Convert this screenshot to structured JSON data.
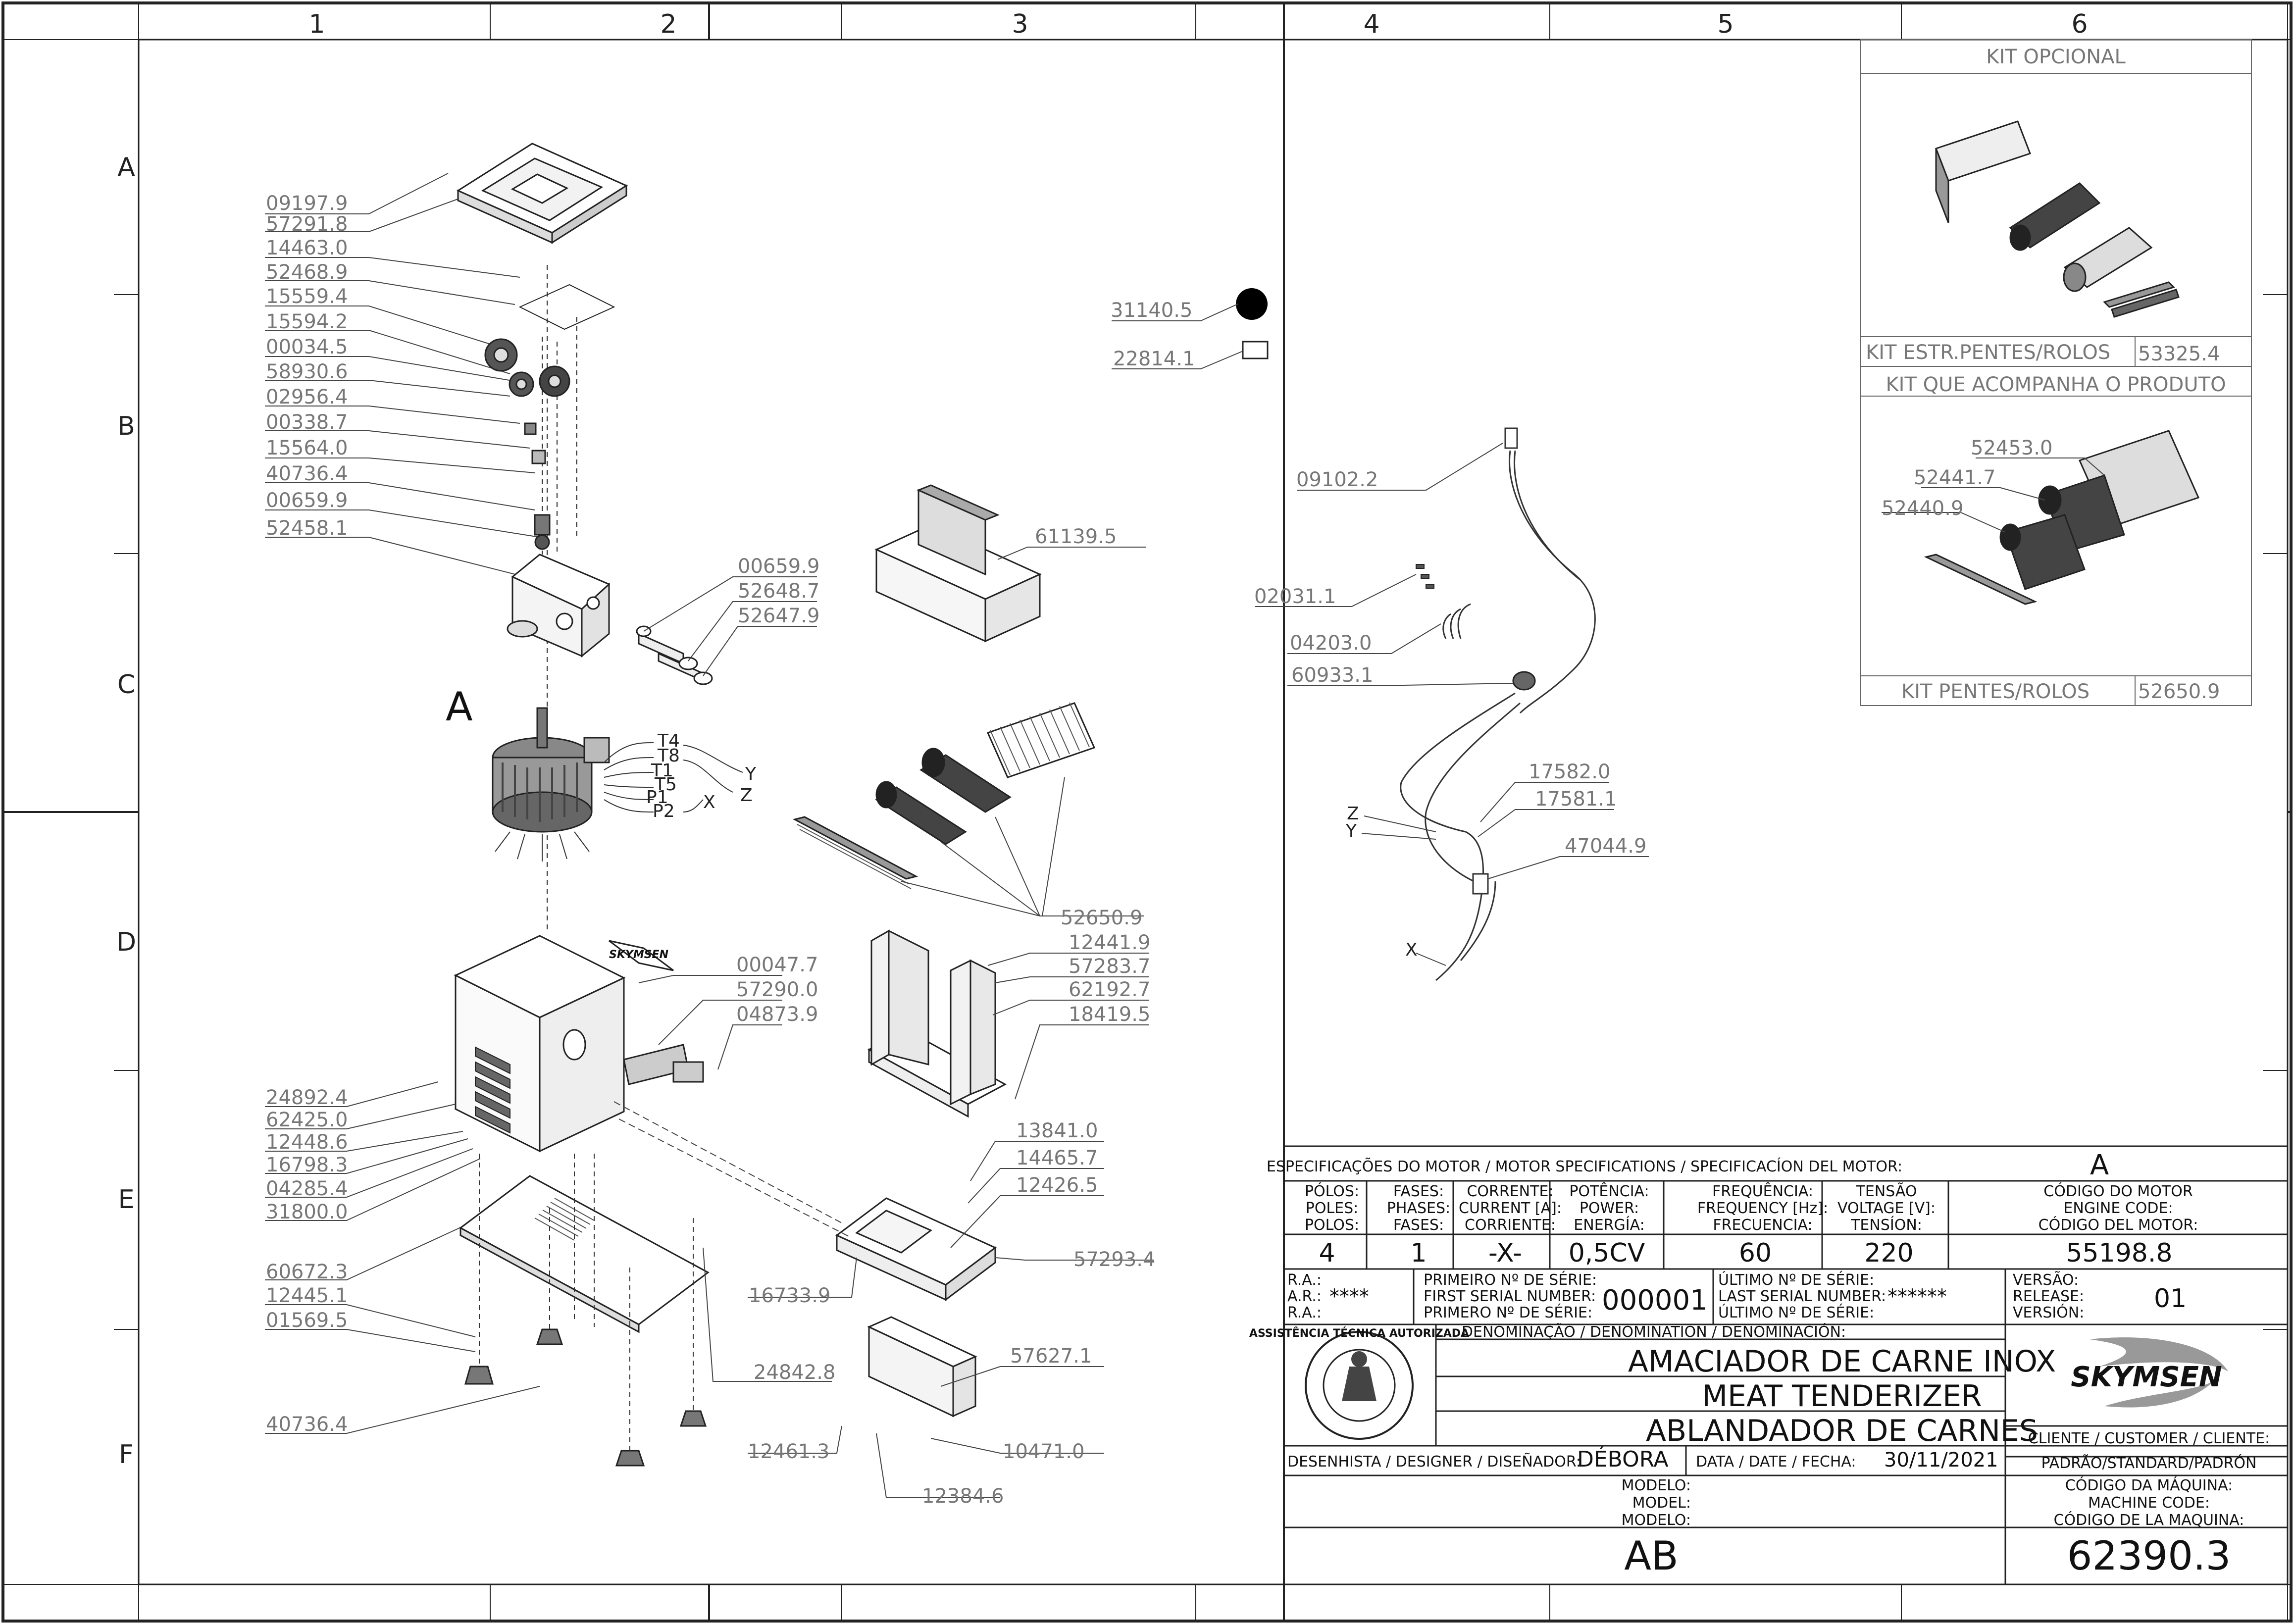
{
  "grid": {
    "columns": [
      "1",
      "2",
      "3",
      "4",
      "5",
      "6"
    ],
    "rows": [
      "A",
      "B",
      "C",
      "D",
      "E",
      "F"
    ]
  },
  "callouts": {
    "left": [
      "09197.9",
      "57291.8",
      "14463.0",
      "52468.9",
      "15559.4",
      "15594.2",
      "00034.5",
      "58930.6",
      "02956.4",
      "00338.7",
      "15564.0",
      "40736.4",
      "00659.9",
      "52458.1"
    ],
    "lower_left": [
      "24892.4",
      "62425.0",
      "12448.6",
      "16798.3",
      "04285.4",
      "31800.0",
      "60672.3",
      "12445.1",
      "01569.5",
      "40736.4"
    ],
    "motor_mount": [
      "00659.9",
      "52648.7",
      "52647.9"
    ],
    "label_parts": [
      "31140.5",
      "22814.1"
    ],
    "box": "61139.5",
    "rollers": "52650.9",
    "frame": [
      "12441.9",
      "57283.7",
      "62192.7",
      "18419.5"
    ],
    "housing": [
      "00047.7",
      "57290.0",
      "04873.9"
    ],
    "tray": [
      "13841.0",
      "14465.7",
      "12426.5",
      "57293.4",
      "16733.9"
    ],
    "bottom": [
      "24842.8",
      "57627.1",
      "12461.3",
      "10471.0",
      "12384.6"
    ],
    "wiring": [
      "09102.2",
      "02031.1",
      "04203.0",
      "60933.1",
      "17582.0",
      "17581.1",
      "47044.9"
    ]
  },
  "motor": {
    "letter": "A",
    "terminals": [
      "T4",
      "T8",
      "T1",
      "T5",
      "P1",
      "P2"
    ],
    "phases": [
      "Y",
      "Z",
      "X"
    ]
  },
  "wiring_labels": [
    "Z",
    "Y",
    "X"
  ],
  "kit_panel": {
    "title": "KIT OPCIONAL",
    "kit1_label": "KIT ESTR.PENTES/ROLOS",
    "kit1_code": "53325.4",
    "kit2_title": "KIT QUE ACOMPANHA O PRODUTO",
    "kit2_parts": [
      "52453.0",
      "52441.7",
      "52440.9"
    ],
    "kit2_label": "KIT PENTES/ROLOS",
    "kit2_code": "52650.9"
  },
  "title_block": {
    "spec_header": "ESPECIFICAÇÕES DO MOTOR / MOTOR SPECIFICATIONS / SPECIFICACÍON DEL MOTOR:",
    "spec_letter": "A",
    "col_poles": [
      "PÓLOS:",
      "POLES:",
      "POLOS:"
    ],
    "col_phases": [
      "FASES:",
      "PHASES:",
      "FASES:"
    ],
    "col_current": [
      "CORRENTE:",
      "CURRENT [A]:",
      "CORRIENTE:"
    ],
    "col_power": [
      "POTÊNCIA:",
      "POWER:",
      "ENERGÍA:"
    ],
    "col_freq": [
      "FREQUÊNCIA:",
      "FREQUENCY [Hz]:",
      "FRECUENCIA:"
    ],
    "col_voltage": [
      "TENSÃO",
      "VOLTAGE [V]:",
      "TENSÍON:"
    ],
    "col_engine": [
      "CÓDIGO DO MOTOR",
      "ENGINE CODE:",
      "CÓDIGO DEL MOTOR:"
    ],
    "poles": "4",
    "phases": "1",
    "current": "-X-",
    "power": "0,5CV",
    "frequency": "60",
    "voltage": "220",
    "engine_code": "55198.8",
    "ra_labels": [
      "R.A.:",
      "A.R.:",
      "R.A.:"
    ],
    "ra_value": "****",
    "first_serial_labels": [
      "PRIMEIRO Nº DE SÉRIE:",
      "FIRST SERIAL NUMBER:",
      "PRIMERO Nº DE SÉRIE:"
    ],
    "first_serial": "000001",
    "last_serial_labels": [
      "ÚLTIMO Nº DE SÉRIE:",
      "LAST SERIAL NUMBER:",
      "ÚLTIMO Nº DE SÉRIE:"
    ],
    "last_serial": "******",
    "version_labels": [
      "VERSÃO:",
      "RELEASE:",
      "VERSIÓN:"
    ],
    "version": "01",
    "denomination_header": "DENOMINAÇÃO / DENOMINATION / DENOMINACIÓN:",
    "name_pt": "AMACIADOR DE CARNE INOX",
    "name_en": "MEAT TENDERIZER",
    "name_es": "ABLANDADOR DE CARNES",
    "brand": "SKYMSEN",
    "seal_text": "ASSISTÊNCIA TÉCNICA AUTORIZADA",
    "customer_label": "CLIENTE / CUSTOMER / CLIENTE:",
    "customer": "PADRÃO/STANDARD/PADRÓN",
    "designer_label": "DESENHISTA / DESIGNER / DISEÑADOR:",
    "designer": "DÉBORA",
    "date_label": "DATA / DATE / FECHA:",
    "date": "30/11/2021",
    "model_labels": [
      "MODELO:",
      "MODEL:",
      "MODELO:"
    ],
    "model": "AB",
    "machine_code_labels": [
      "CÓDIGO DA MÁQUINA:",
      "MACHINE CODE:",
      "CÓDIGO DE LA MAQUINA:"
    ],
    "machine_code": "62390.3"
  }
}
